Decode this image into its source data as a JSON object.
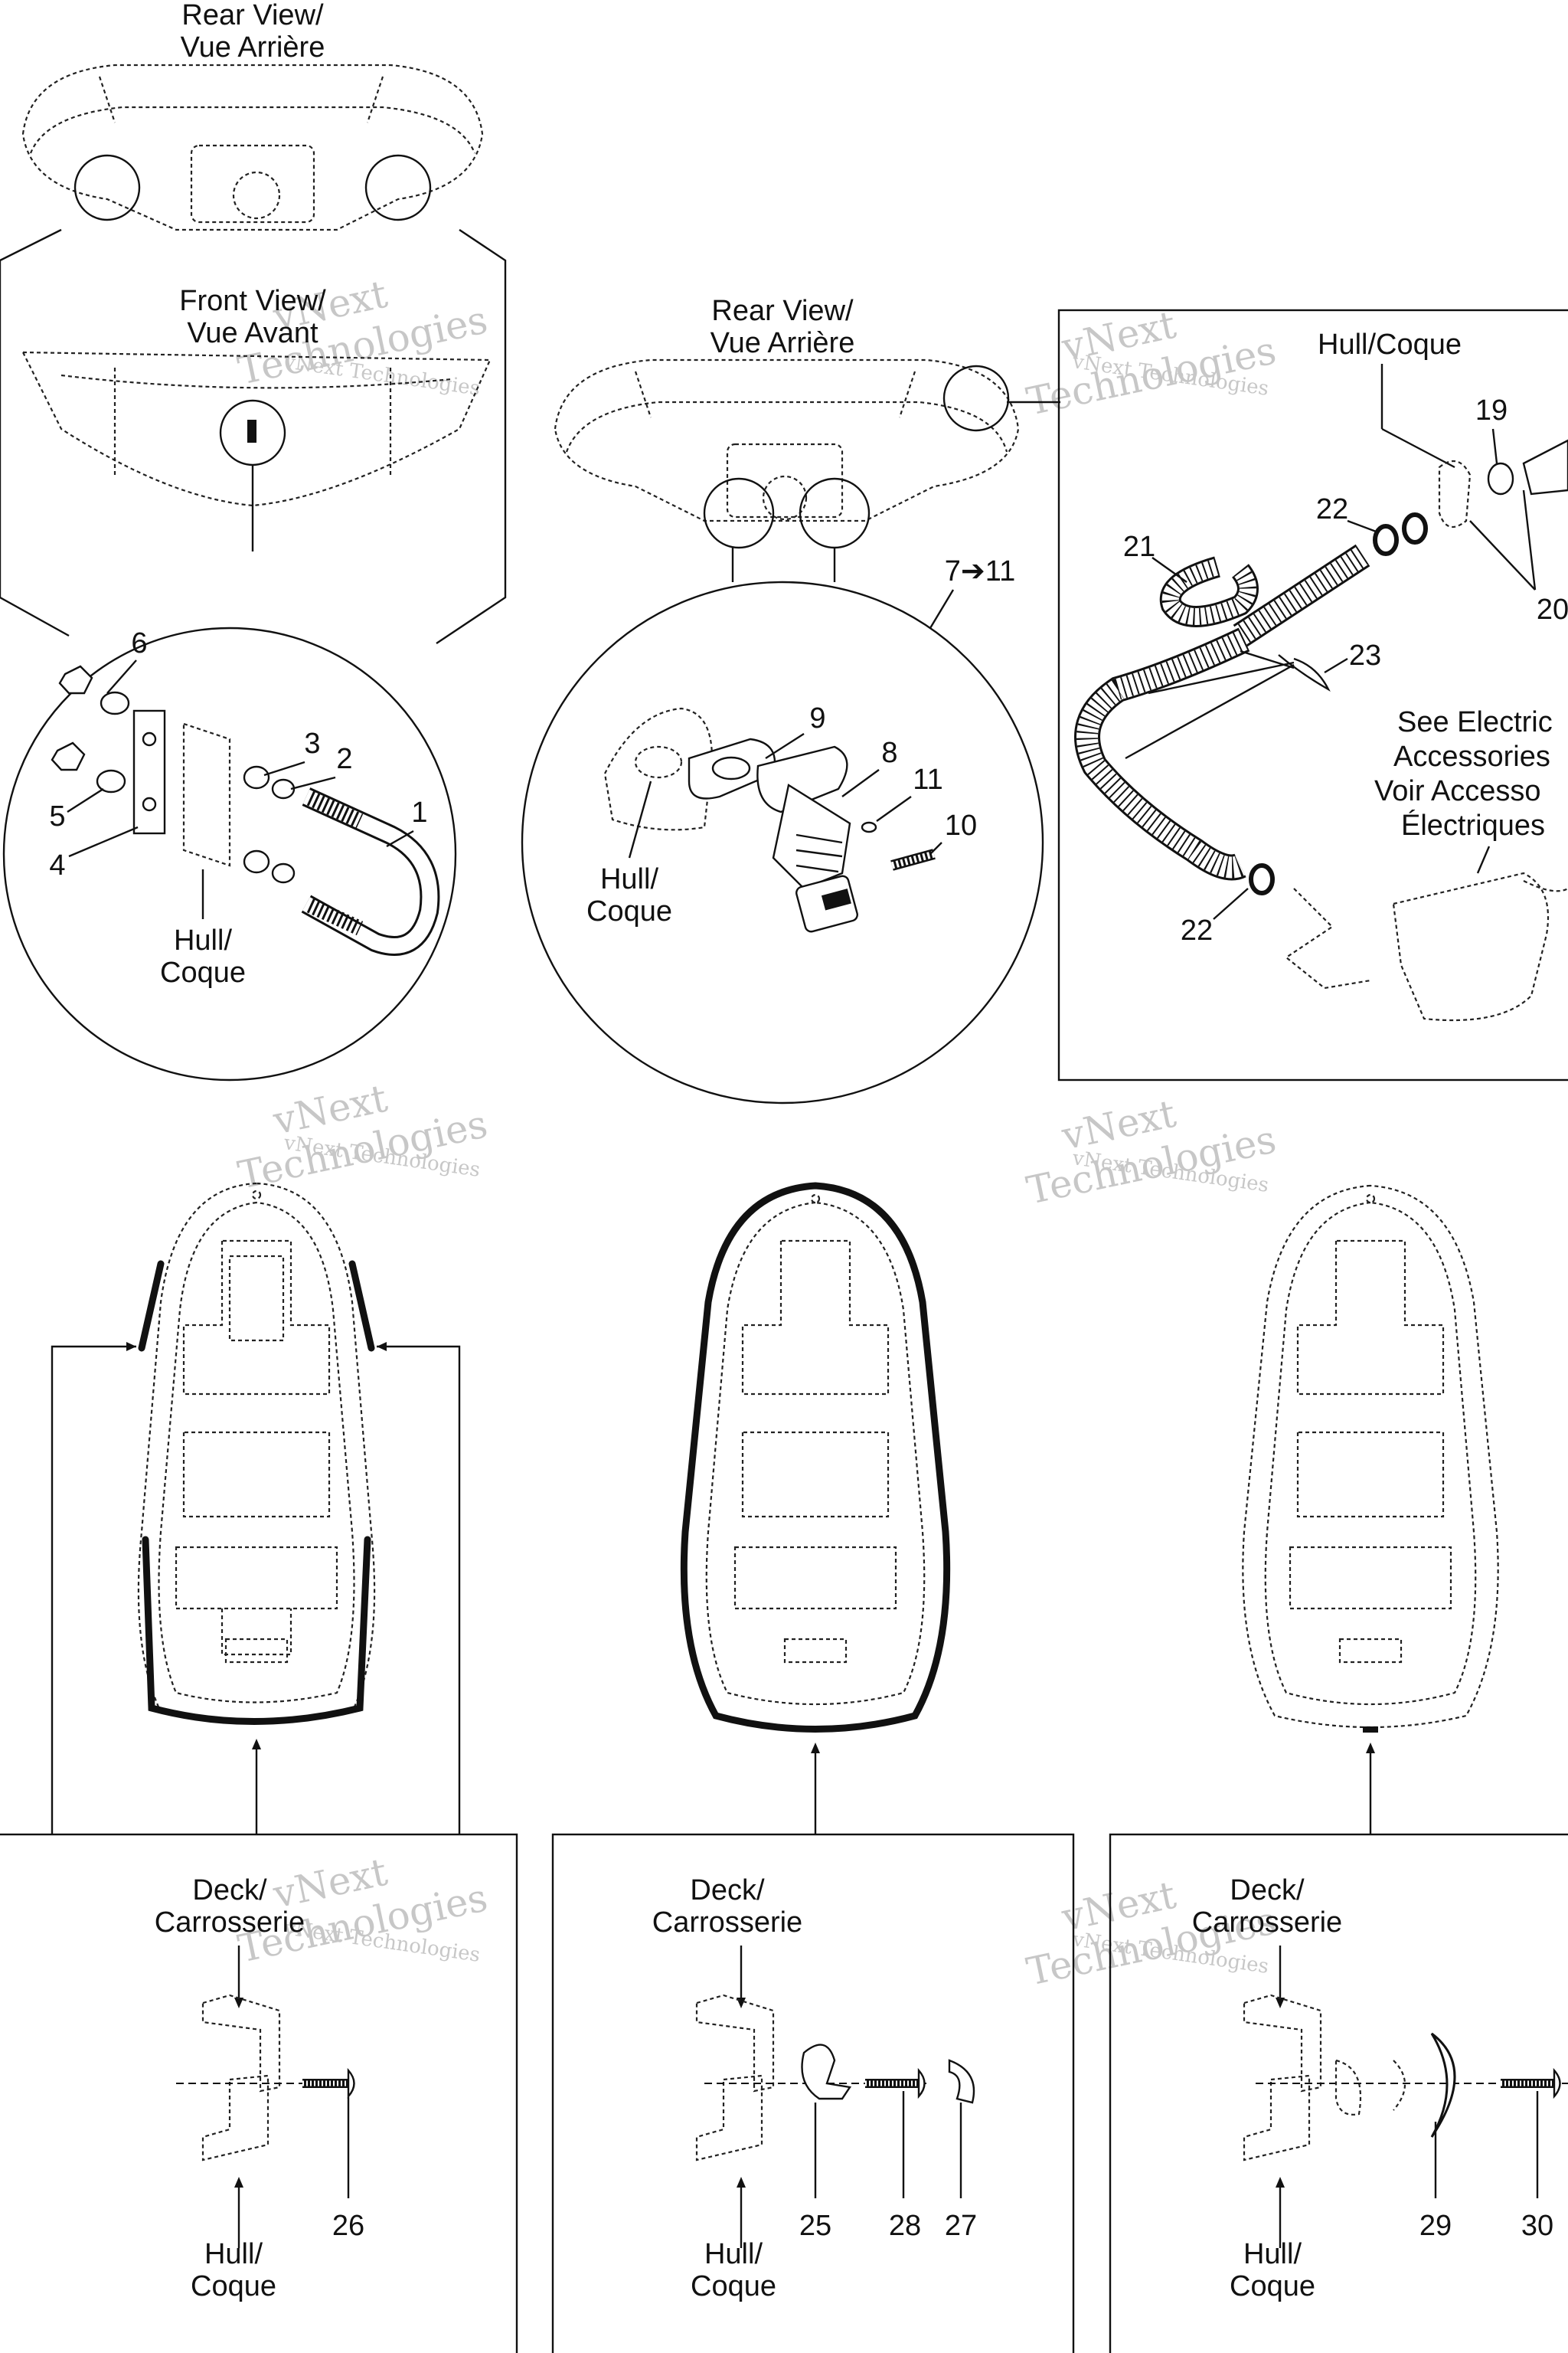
{
  "labels": {
    "rear_view_1": [
      "Rear View/",
      "Vue Arrière"
    ],
    "front_view": [
      "Front View/",
      "Vue Avant"
    ],
    "rear_view_2": [
      "Rear View/",
      "Vue Arrière"
    ],
    "hull_coque": "Hull/Coque",
    "hull_a": [
      "Hull/",
      "Coque"
    ],
    "hull_b": [
      "Hull/",
      "Coque"
    ],
    "range": "7➔11",
    "see_electric": [
      "See Electric",
      "Accessories",
      "Voir Accesso",
      "Électriques"
    ],
    "deck_a": [
      "Deck/",
      "Carrosserie"
    ],
    "deck_b": [
      "Deck/",
      "Carrosserie"
    ],
    "deck_c": [
      "Deck/",
      "Carrosserie"
    ],
    "hull_c": [
      "Hull/",
      "Coque"
    ],
    "hull_d": [
      "Hull/",
      "Coque"
    ],
    "hull_e": [
      "Hull/",
      "Coque"
    ]
  },
  "callouts": {
    "n1": "1",
    "n2": "2",
    "n3": "3",
    "n4": "4",
    "n5": "5",
    "n6": "6",
    "n8": "8",
    "n9": "9",
    "n10": "10",
    "n11": "11",
    "n19": "19",
    "n20": "20",
    "n21": "21",
    "n22a": "22",
    "n22b": "22",
    "n23": "23",
    "n25": "25",
    "n26": "26",
    "n27": "27",
    "n28": "28",
    "n29": "29",
    "n30": "30"
  },
  "watermark": "vNext Technologies",
  "watermark_big": [
    "vNext",
    "Technologies"
  ]
}
